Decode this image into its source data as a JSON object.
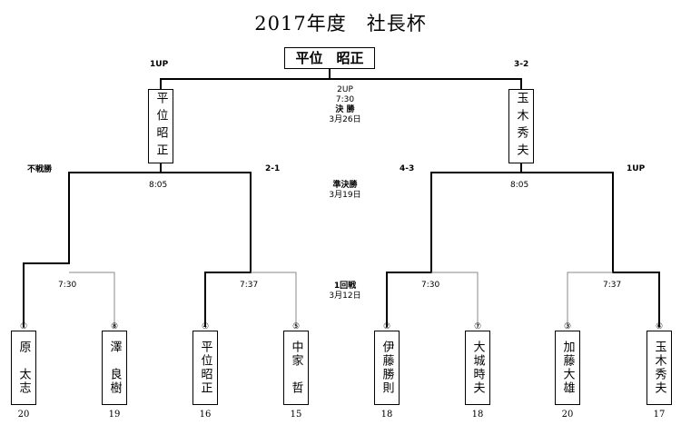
{
  "title": "2017年度　社長杯",
  "champion": "平位　昭正",
  "final": {
    "left": "平位昭正",
    "right": "玉木秀夫",
    "left_result": "1UP",
    "right_result": "3-2",
    "margin": "2UP",
    "time": "7:30",
    "round": "決 勝",
    "date": "3月26日"
  },
  "semifinal": {
    "round": "準決勝",
    "date": "3月19日",
    "left_time": "8:05",
    "right_time": "8:05",
    "results": [
      "不戦勝",
      "2-1",
      "4-3",
      "1UP"
    ]
  },
  "first_round": {
    "round": "1回戦",
    "date": "3月12日",
    "times": [
      "7:30",
      "7:37",
      "7:30",
      "7:37"
    ]
  },
  "players": [
    {
      "seed": "①",
      "name": "原　太志",
      "score": "20"
    },
    {
      "seed": "⑧",
      "name": "澤　良樹",
      "score": "19"
    },
    {
      "seed": "④",
      "name": "平位昭正",
      "score": "16"
    },
    {
      "seed": "⑤",
      "name": "中家　哲",
      "score": "15"
    },
    {
      "seed": "②",
      "name": "伊藤勝則",
      "score": "18"
    },
    {
      "seed": "⑦",
      "name": "大城時夫",
      "score": "18"
    },
    {
      "seed": "③",
      "name": "加藤大雄",
      "score": "20"
    },
    {
      "seed": "⑥",
      "name": "玉木秀夫",
      "score": "17"
    }
  ]
}
